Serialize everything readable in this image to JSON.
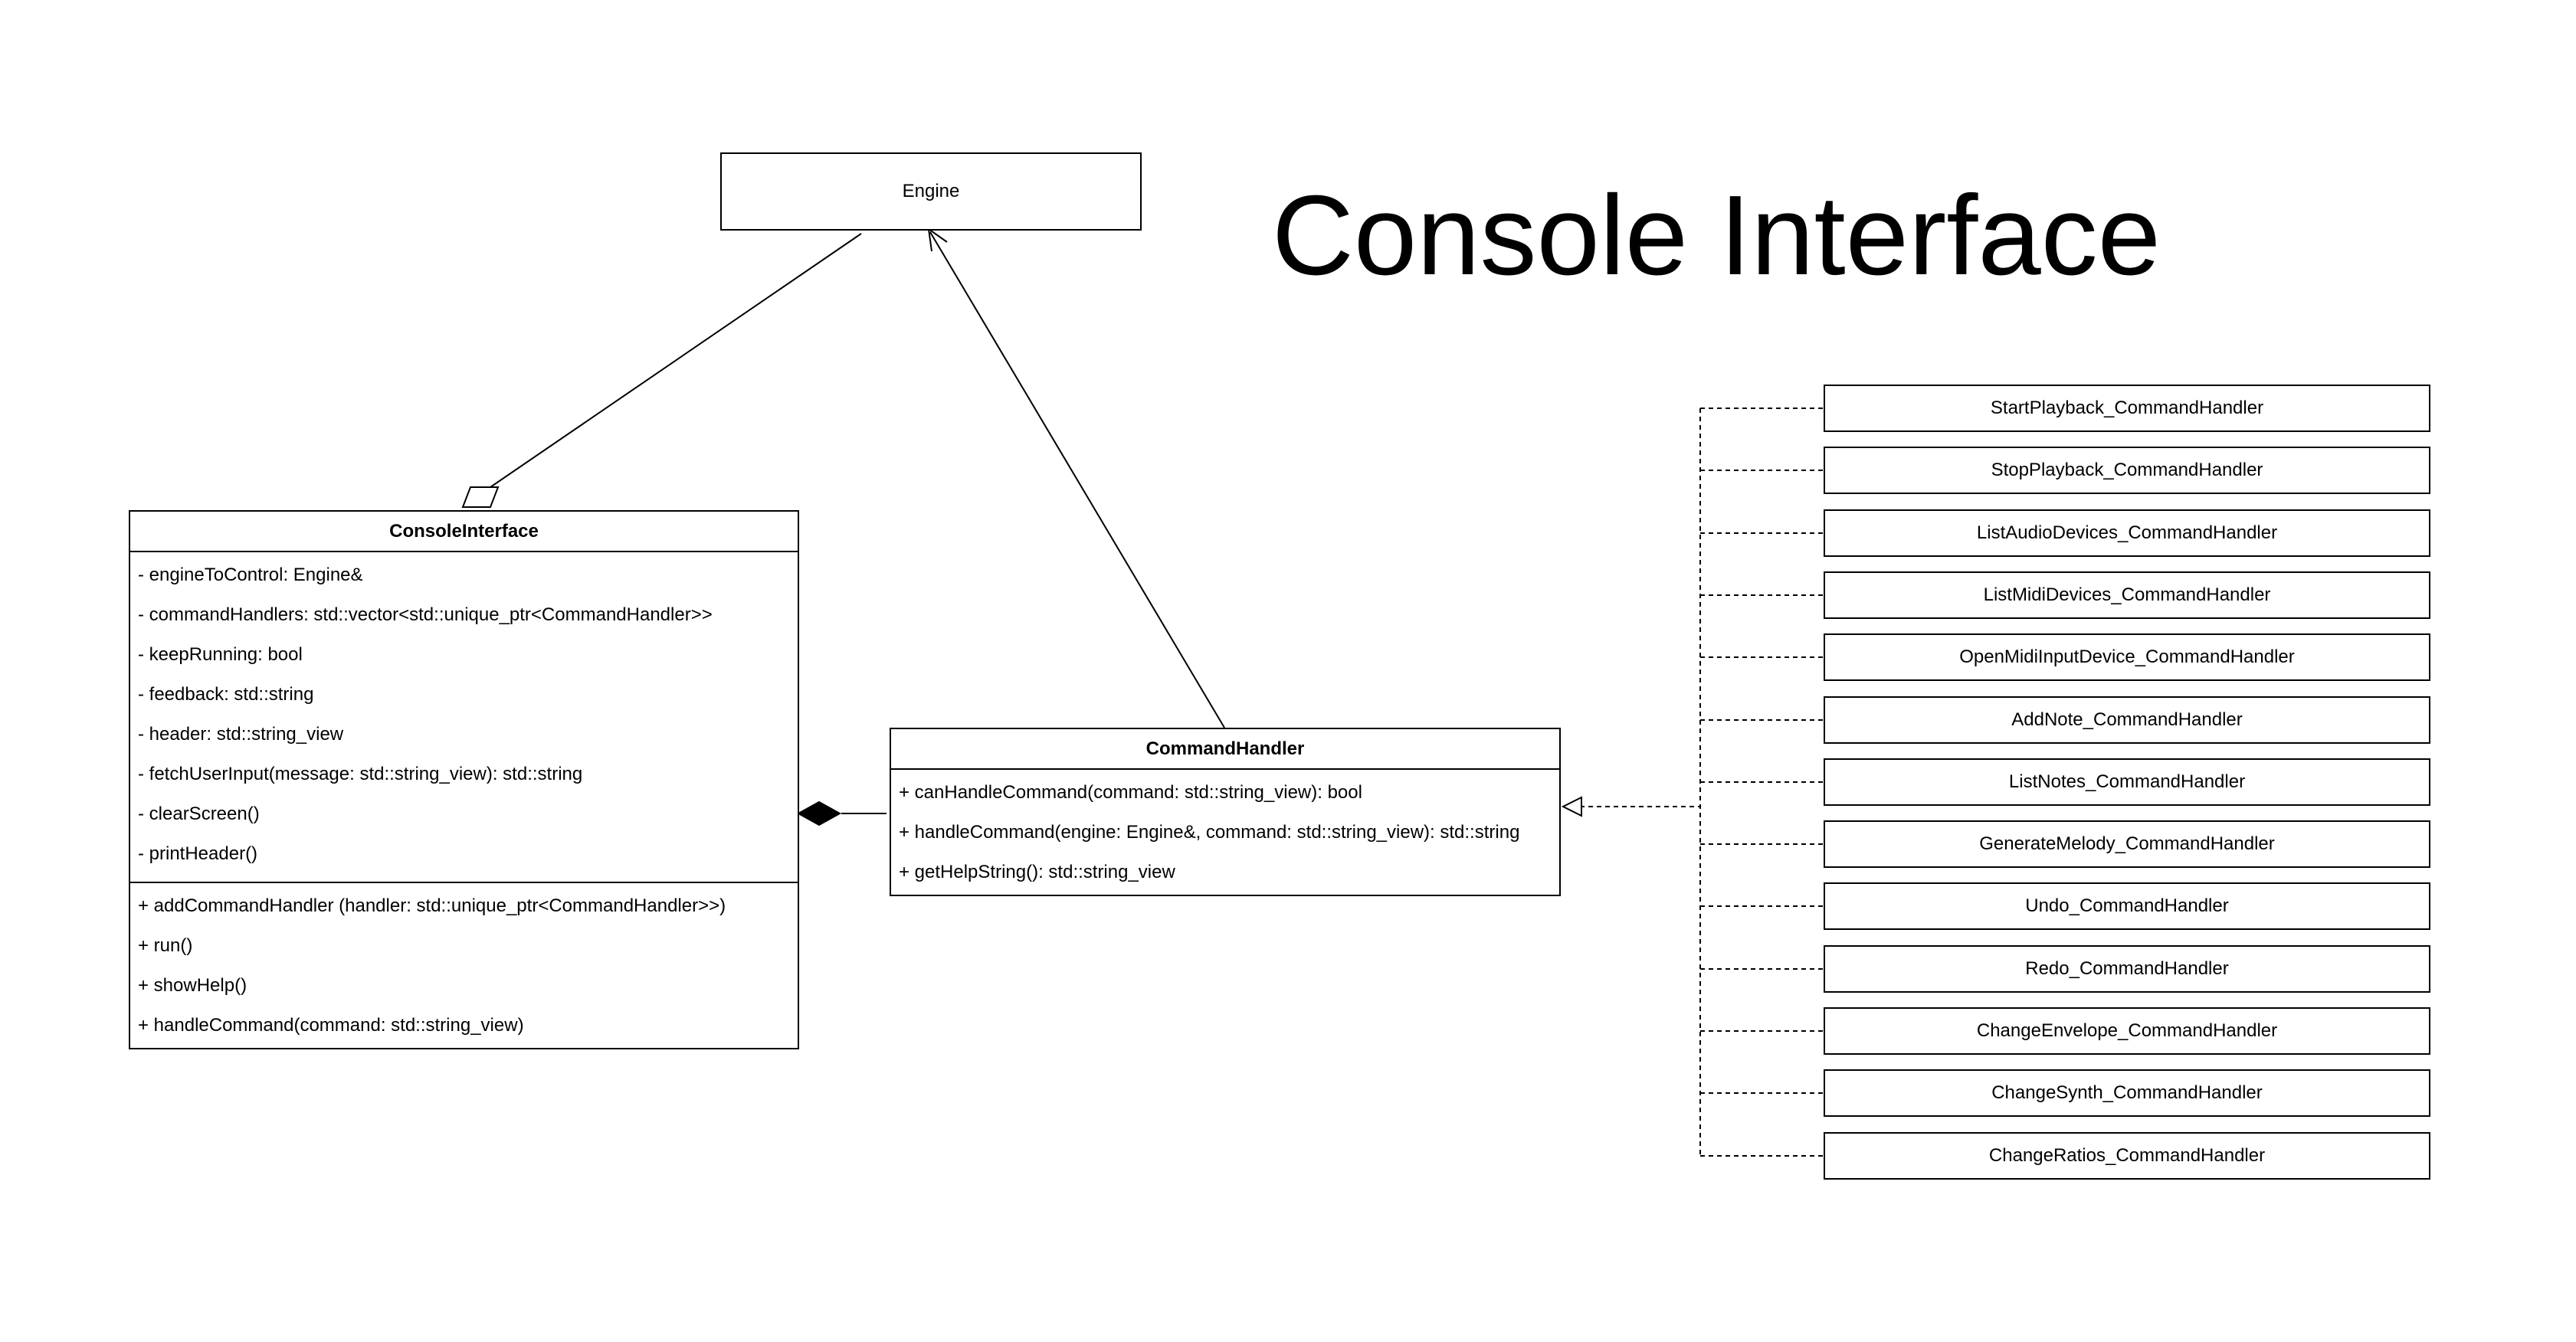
{
  "title": "Console Interface",
  "engine": {
    "name": "Engine"
  },
  "console_interface": {
    "name": "ConsoleInterface",
    "attributes": [
      "- engineToControl: Engine&",
      "- commandHandlers: std::vector<std::unique_ptr<CommandHandler>>",
      "- keepRunning: bool",
      "- feedback: std::string",
      "- header: std::string_view",
      "- fetchUserInput(message: std::string_view): std::string",
      "- clearScreen()",
      "- printHeader()"
    ],
    "methods": [
      "+ addCommandHandler (handler: std::unique_ptr<CommandHandler>>)",
      "+ run()",
      "+ showHelp()",
      "+ handleCommand(command: std::string_view)"
    ]
  },
  "command_handler": {
    "name": "CommandHandler",
    "methods": [
      "+ canHandleCommand(command: std::string_view): bool",
      "+ handleCommand(engine: Engine&, command: std::string_view): std::string",
      "+ getHelpString(): std::string_view"
    ]
  },
  "handlers": [
    "StartPlayback_CommandHandler",
    "StopPlayback_CommandHandler",
    "ListAudioDevices_CommandHandler",
    "ListMidiDevices_CommandHandler",
    "OpenMidiInputDevice_CommandHandler",
    "AddNote_CommandHandler",
    "ListNotes_CommandHandler",
    "GenerateMelody_CommandHandler",
    "Undo_CommandHandler",
    "Redo_CommandHandler",
    "ChangeEnvelope_CommandHandler",
    "ChangeSynth_CommandHandler",
    "ChangeRatios_CommandHandler"
  ],
  "colors": {
    "line": "#000000",
    "background": "#ffffff"
  }
}
